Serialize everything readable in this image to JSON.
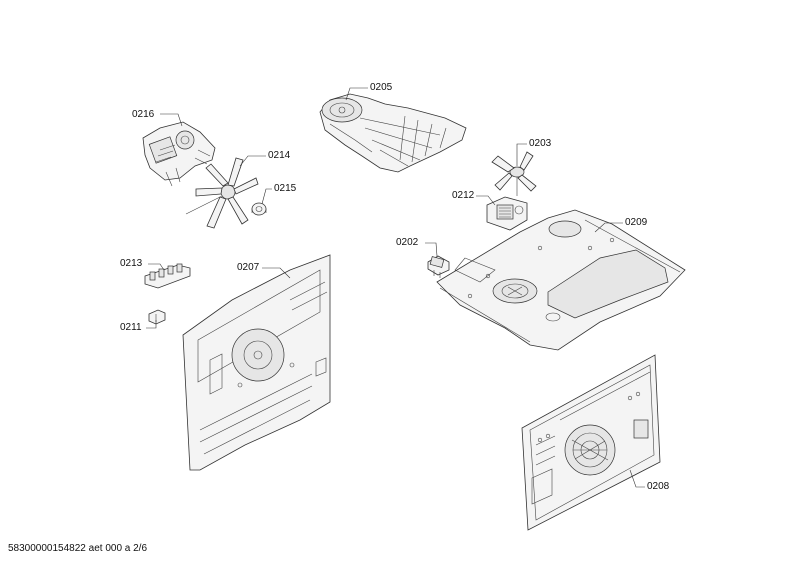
{
  "diagram": {
    "labels": {
      "p0216": "0216",
      "p0214": "0214",
      "p0215": "0215",
      "p0205": "0205",
      "p0203": "0203",
      "p0212": "0212",
      "p0209": "0209",
      "p0202": "0202",
      "p0213": "0213",
      "p0207": "0207",
      "p0211": "0211",
      "p0208": "0208"
    },
    "footer": "58300000154822 aet 000 a 2/6"
  }
}
